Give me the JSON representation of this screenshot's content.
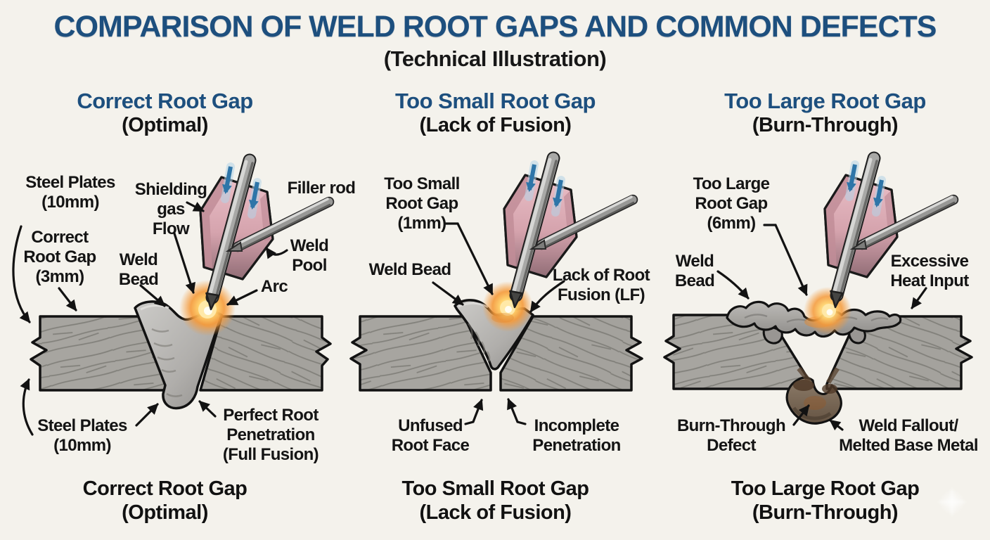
{
  "title": "COMPARISON OF WELD ROOT GAPS AND COMMON DEFECTS",
  "subtitle": "(Technical Illustration)",
  "colors": {
    "title_blue": "#1d4f7e",
    "background": "#f4f2ec",
    "steel_gray": "#a7a5a0",
    "weld_gray": "#b0aeab",
    "nozzle_pink": "#d5a3ad",
    "arc_orange": "#f59a3a",
    "gas_blue": "#2e75a8",
    "outline_black": "#121212"
  },
  "panels": [
    {
      "header": "Correct Root Gap",
      "subheader": "(Optimal)",
      "caption": [
        "Correct Root Gap",
        "(Optimal)"
      ],
      "labels": {
        "steel_top": [
          "Steel Plates",
          "(10mm)"
        ],
        "root_gap": [
          "Correct",
          "Root Gap",
          "(3mm)"
        ],
        "weld_bead": [
          "Weld",
          "Bead"
        ],
        "shielding": [
          "Shielding",
          "gas",
          "Flow"
        ],
        "filler_rod": [
          "Filler rod"
        ],
        "weld_pool": [
          "Weld",
          "Pool"
        ],
        "arc": [
          "Arc"
        ],
        "steel_bottom": [
          "Steel Plates",
          "(10mm)"
        ],
        "penetration": [
          "Perfect Root",
          "Penetration",
          "(Full Fusion)"
        ]
      }
    },
    {
      "header": "Too Small Root Gap",
      "subheader": "(Lack of Fusion)",
      "caption": [
        "Too Small Root Gap",
        "(Lack of Fusion)"
      ],
      "labels": {
        "root_gap": [
          "Too Small",
          "Root Gap",
          "(1mm)"
        ],
        "weld_bead": [
          "Weld Bead"
        ],
        "lack_fusion": [
          "Lack of Root",
          "Fusion (LF)"
        ],
        "unfused": [
          "Unfused",
          "Root Face"
        ],
        "incomplete": [
          "Incomplete",
          "Penetration"
        ]
      }
    },
    {
      "header": "Too Large Root Gap",
      "subheader": "(Burn-Through)",
      "caption": [
        "Too Large Root Gap",
        "(Burn-Through)"
      ],
      "labels": {
        "root_gap": [
          "Too Large",
          "Root Gap",
          "(6mm)"
        ],
        "weld_bead": [
          "Weld",
          "Bead"
        ],
        "heat_input": [
          "Excessive",
          "Heat Input"
        ],
        "burn_through": [
          "Burn-Through",
          "Defect"
        ],
        "fallout": [
          "Weld Fallout/",
          "Melted Base Metal"
        ]
      }
    }
  ]
}
